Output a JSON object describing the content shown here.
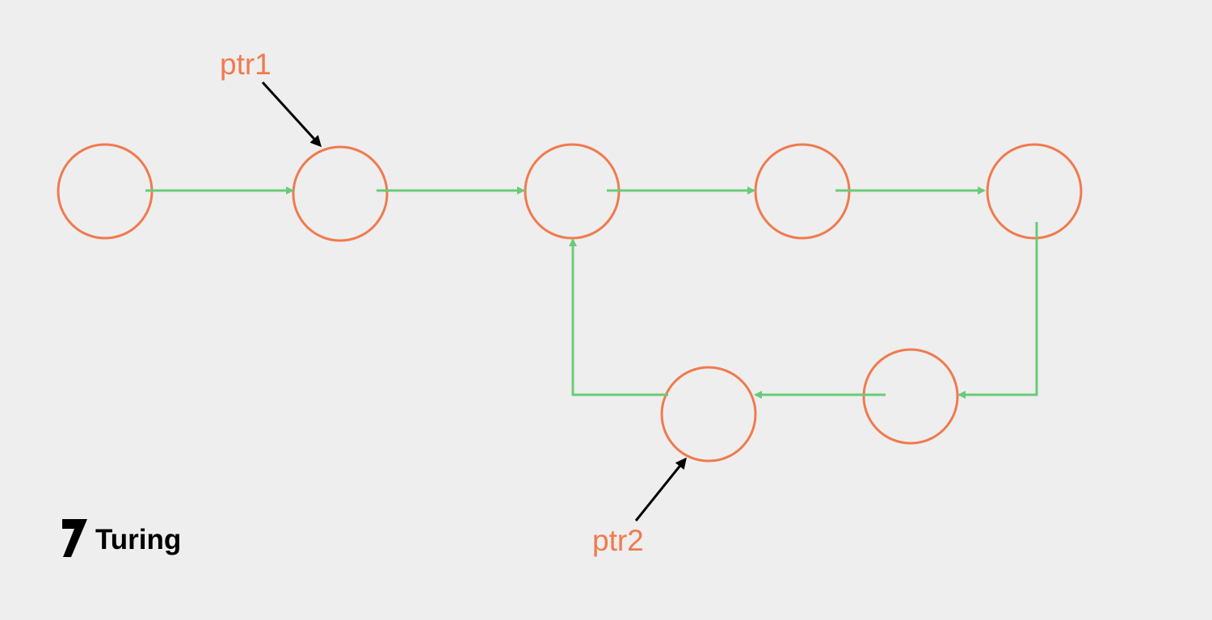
{
  "diagram": {
    "labels": {
      "ptr1": "ptr1",
      "ptr2": "ptr2"
    },
    "nodes": [
      "n1",
      "n2",
      "n3",
      "n4",
      "n5",
      "n6",
      "n7"
    ],
    "edges": [
      [
        "n1",
        "n2"
      ],
      [
        "n2",
        "n3"
      ],
      [
        "n3",
        "n4"
      ],
      [
        "n4",
        "n5"
      ],
      [
        "n5",
        "n6"
      ],
      [
        "n6",
        "n7"
      ],
      [
        "n7",
        "n3"
      ]
    ],
    "pointers": [
      {
        "label": "ptr1",
        "target": "n2"
      },
      {
        "label": "ptr2",
        "target": "n7"
      }
    ]
  },
  "logo": {
    "text": "Turing"
  },
  "colors": {
    "background": "#eeeeee",
    "node": "#f07a4e",
    "edge": "#6acb78",
    "pointer": "#000000",
    "label": "#f07a4e"
  }
}
